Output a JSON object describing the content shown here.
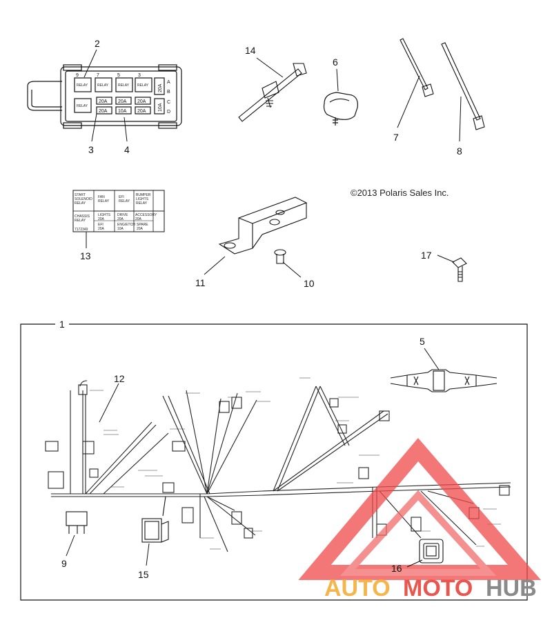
{
  "copyright": "©2013 Polaris Sales Inc.",
  "callouts": {
    "c1": "1",
    "c2": "2",
    "c3": "3",
    "c4": "4",
    "c5": "5",
    "c6": "6",
    "c7": "7",
    "c8": "8",
    "c9": "9",
    "c10": "10",
    "c11": "11",
    "c12": "12",
    "c13": "13",
    "c14": "14",
    "c15": "15",
    "c16": "16",
    "c17": "17"
  },
  "fuse_box": {
    "slot_numbers": [
      "9",
      "7",
      "5",
      "3"
    ],
    "side_letters": [
      "A",
      "B",
      "C",
      "D"
    ],
    "relays": [
      "RELAY",
      "RELAY",
      "RELAY",
      "RELAY",
      "RELAY"
    ],
    "fuses": [
      "20A",
      "20A",
      "20A",
      "20A",
      "10A",
      "20A"
    ],
    "side_fuses": [
      "20A",
      "10A"
    ]
  },
  "label_13": {
    "row1": [
      "START\nSOLENOID\nRELAY",
      "FAN\nRELAY",
      "EFI\nRELAY",
      "BUMPER\nLIGHTS\nRELAY"
    ],
    "row2": [
      "CHASSIS\nRELAY",
      "LIGHTS\n20A",
      "DRIVE\n20A",
      "ACCESSORY\n20A"
    ],
    "row3": [
      "",
      "EFI\n20A",
      "ENG/ETCH\n10A",
      "SPARE\n20A"
    ],
    "part_no": "7172349"
  },
  "watermark": {
    "auto": "AUTO",
    "moto": "MOTO",
    "hub": "HUB",
    "colors": {
      "auto": "#f5b54a",
      "moto": "#e8574f",
      "hub": "#8a8a8a",
      "triangle": "#f04a4a"
    }
  }
}
